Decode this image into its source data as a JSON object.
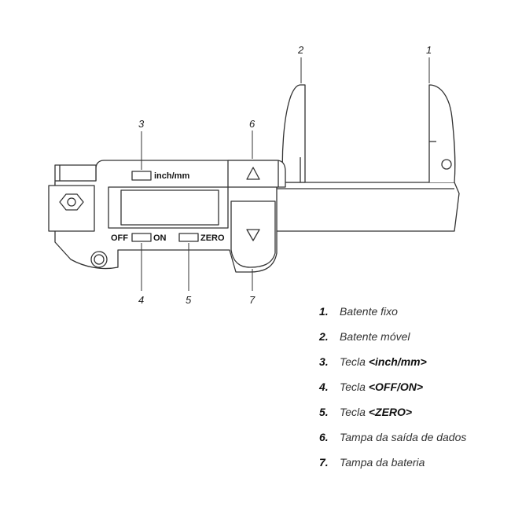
{
  "callouts": {
    "c1": "1",
    "c2": "2",
    "c3": "3",
    "c4": "4",
    "c5": "5",
    "c6": "6",
    "c7": "7"
  },
  "device_labels": {
    "inch_mm": "inch/mm",
    "off": "OFF",
    "on": "ON",
    "zero": "ZERO"
  },
  "legend": [
    {
      "number": "1.",
      "text": "Batente fixo",
      "key": ""
    },
    {
      "number": "2.",
      "text": "Batente móvel",
      "key": ""
    },
    {
      "number": "3.",
      "text": "Tecla ",
      "key": "<inch/mm>"
    },
    {
      "number": "4.",
      "text": "Tecla ",
      "key": "<OFF/ON>"
    },
    {
      "number": "5.",
      "text": "Tecla ",
      "key": "<ZERO>"
    },
    {
      "number": "6.",
      "text": "Tampa da saída de dados",
      "key": ""
    },
    {
      "number": "7.",
      "text": "Tampa da bateria",
      "key": ""
    }
  ]
}
